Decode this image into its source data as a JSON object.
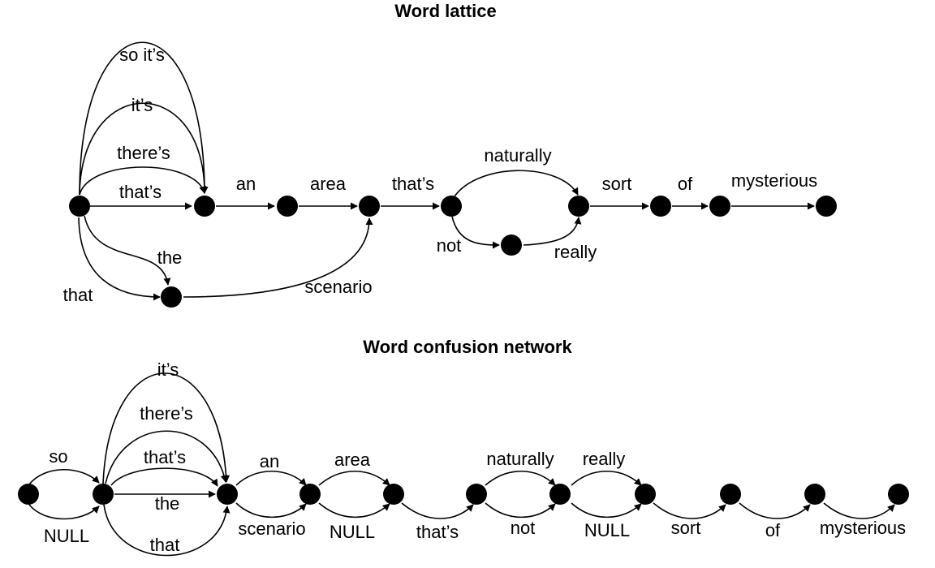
{
  "lattice": {
    "title": "Word lattice",
    "labels": {
      "so_its": "so it’s",
      "its": "it’s",
      "theres": "there’s",
      "thats1": "that’s",
      "an": "an",
      "area": "area",
      "thats2": "that’s",
      "naturally": "naturally",
      "sort": "sort",
      "of": "of",
      "mysterious": "mysterious",
      "the": "the",
      "that": "that",
      "scenario": "scenario",
      "not": "not",
      "really": "really"
    }
  },
  "confusion": {
    "title": "Word confusion network",
    "labels": {
      "so": "so",
      "null1": "NULL",
      "its": "it’s",
      "theres": "there’s",
      "thats1": "that’s",
      "the": "the",
      "that": "that",
      "an": "an",
      "scenario": "scenario",
      "area": "area",
      "null2": "NULL",
      "thats2": "that’s",
      "naturally": "naturally",
      "not": "not",
      "really": "really",
      "null3": "NULL",
      "sort": "sort",
      "of": "of",
      "mysterious": "mysterious"
    }
  },
  "colors": {
    "ink": "#000000",
    "background": "#ffffff"
  }
}
